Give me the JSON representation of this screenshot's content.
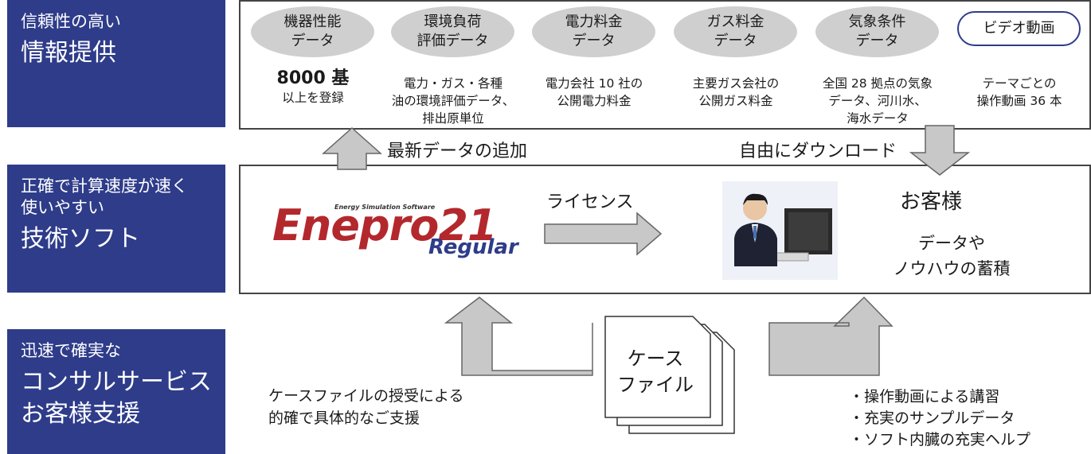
{
  "left_labels": [
    {
      "small_lines": [
        "信頼性の高い"
      ],
      "big_lines": [
        "情報提供"
      ]
    },
    {
      "small_lines": [
        "正確で計算速度が速く",
        "使いやすい"
      ],
      "big_lines": [
        "技術ソフト"
      ]
    },
    {
      "small_lines": [
        "迅速で確実な"
      ],
      "big_lines": [
        "コンサルサービス",
        "お客様支援"
      ]
    }
  ],
  "data_categories": [
    {
      "title_lines": [
        "機器性能",
        "データ"
      ],
      "headline": "8000 基",
      "desc_lines": [
        "以上を登録"
      ]
    },
    {
      "title_lines": [
        "環境負荷",
        "評価データ"
      ],
      "headline": "",
      "desc_lines": [
        "電力・ガス・各種",
        "油の環境評価データ、",
        "排出原単位"
      ]
    },
    {
      "title_lines": [
        "電力料金",
        "データ"
      ],
      "headline": "",
      "desc_lines": [
        "電力会社 10 社の",
        "公開電力料金"
      ]
    },
    {
      "title_lines": [
        "ガス料金",
        "データ"
      ],
      "headline": "",
      "desc_lines": [
        "主要ガス会社の",
        "公開ガス料金"
      ]
    },
    {
      "title_lines": [
        "気象条件",
        "データ"
      ],
      "headline": "",
      "desc_lines": [
        "全国 28 拠点の気象",
        "データ、河川水、",
        "海水データ"
      ]
    },
    {
      "title_lines": [
        "ビデオ動画"
      ],
      "headline": "",
      "desc_lines": [
        "テーマごとの",
        "操作動画 36 本"
      ]
    }
  ],
  "flow_labels": {
    "add_latest": "最新データの追加",
    "free_download": "自由にダウンロード",
    "license": "ライセンス"
  },
  "logo": {
    "tagline": "Energy Simulation Software",
    "main": "Enepro21",
    "sub": "Regular"
  },
  "customer": {
    "title": "お客様",
    "desc_lines": [
      "データや",
      "ノウハウの蓄積"
    ]
  },
  "case_file": {
    "lines": [
      "ケース",
      "ファイル"
    ]
  },
  "notes_left": [
    "ケースファイルの授受による",
    "的確で具体的なご支援"
  ],
  "notes_right": [
    "・操作動画による講習",
    "・充実のサンプルデータ",
    "・ソフト内臓の充実ヘルプ"
  ],
  "colors": {
    "label_bg": "#2e3c8a",
    "oval_bg": "#cfcfcf",
    "arrow_fill": "#c8c8c8",
    "logo_red": "#b3282d",
    "logo_blue": "#2e3c8a"
  }
}
